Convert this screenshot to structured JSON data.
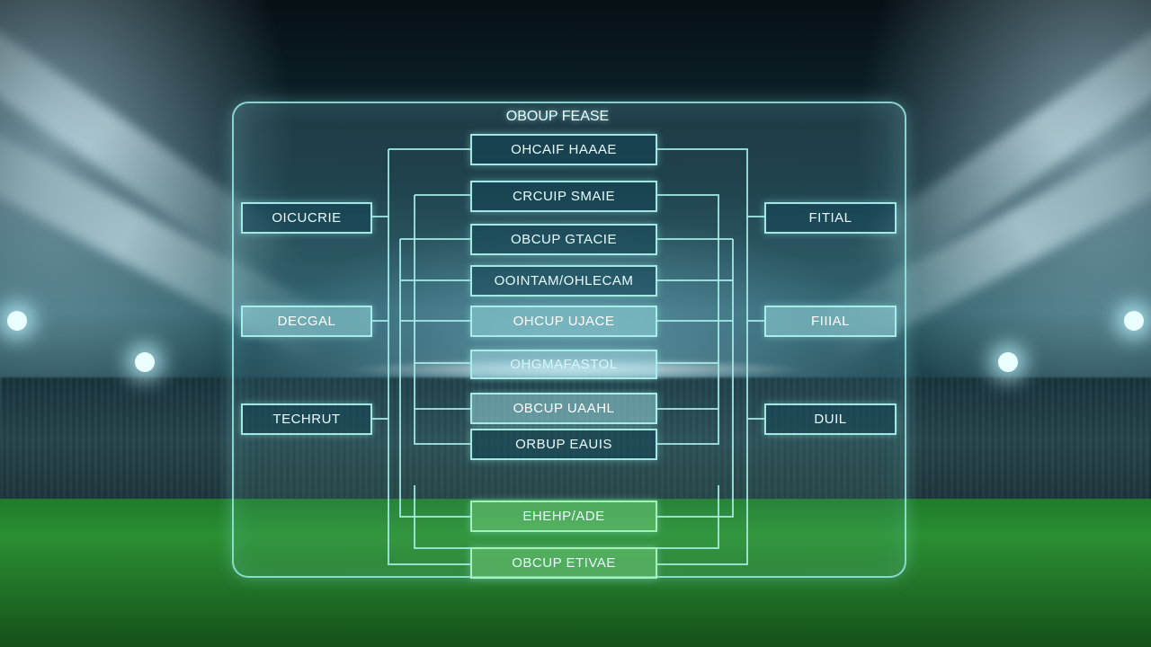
{
  "bracket": {
    "title": "OBOUP FEASE",
    "center_nodes": [
      "OHCAIF HAAAE",
      "CRCUIP SMAIE",
      "OBCUP GTACIE",
      "OOINTAM/OHLECAM",
      "OHCUP UJACE",
      "OHGMAFASTOL",
      "OBCUP UAAHL",
      "ORBUP EAUIS",
      "EHEHP/ADE",
      "OBCUP ETIVAE"
    ],
    "left_nodes": [
      "OICUCRIE",
      "DECGAL",
      "TECHRUT"
    ],
    "right_nodes": [
      "FITIAL",
      "FIIIAL",
      "DUIL"
    ]
  },
  "colors": {
    "panel_border": "#96ebe6",
    "line": "#a8f0ea",
    "pitch": "#2b8f32"
  }
}
